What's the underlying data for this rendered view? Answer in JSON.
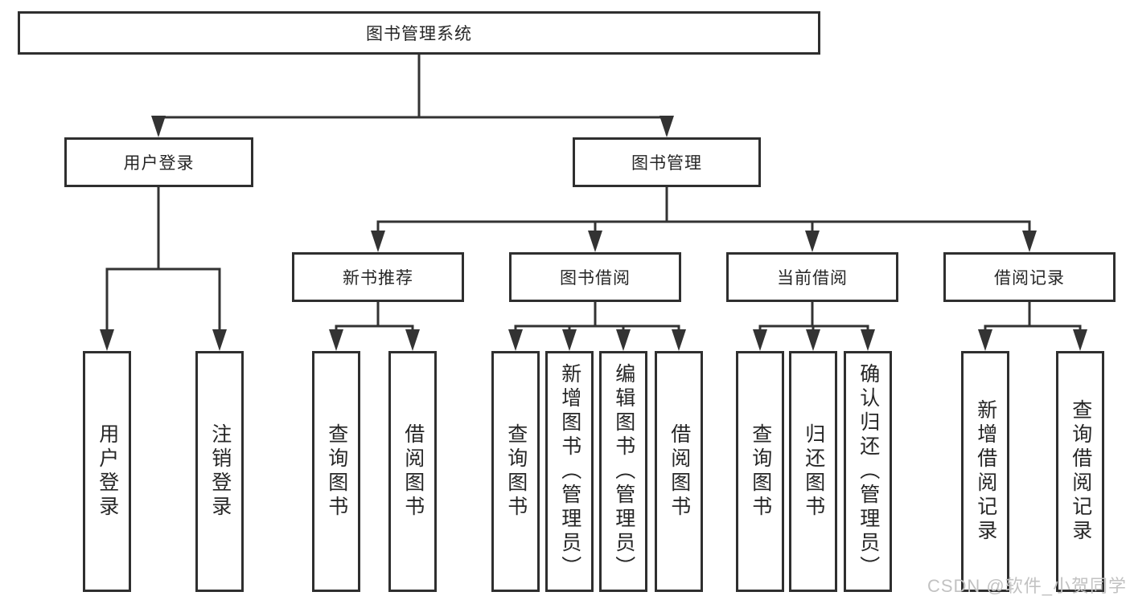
{
  "diagram": {
    "root": "图书管理系统",
    "user_login": {
      "label": "用户登录",
      "leaves": [
        "用户登录",
        "注销登录"
      ]
    },
    "book_mgmt": {
      "label": "图书管理",
      "groups": [
        {
          "label": "新书推荐",
          "leaves": [
            "查询图书",
            "借阅图书"
          ]
        },
        {
          "label": "图书借阅",
          "leaves": [
            "查询图书",
            "新增图书（管理员）",
            "编辑图书（管理员）",
            "借阅图书"
          ]
        },
        {
          "label": "当前借阅",
          "leaves": [
            "查询图书",
            "归还图书",
            "确认归还（管理员）"
          ]
        },
        {
          "label": "借阅记录",
          "leaves": [
            "新增借阅记录",
            "查询借阅记录"
          ]
        }
      ]
    }
  },
  "watermark": {
    "text": "CSDN @软件_小贺同学"
  },
  "colors": {
    "border": "#2f2f2f",
    "line": "#333333",
    "text": "#262626",
    "background": "#ffffff",
    "watermark": "#c2c2c2"
  }
}
